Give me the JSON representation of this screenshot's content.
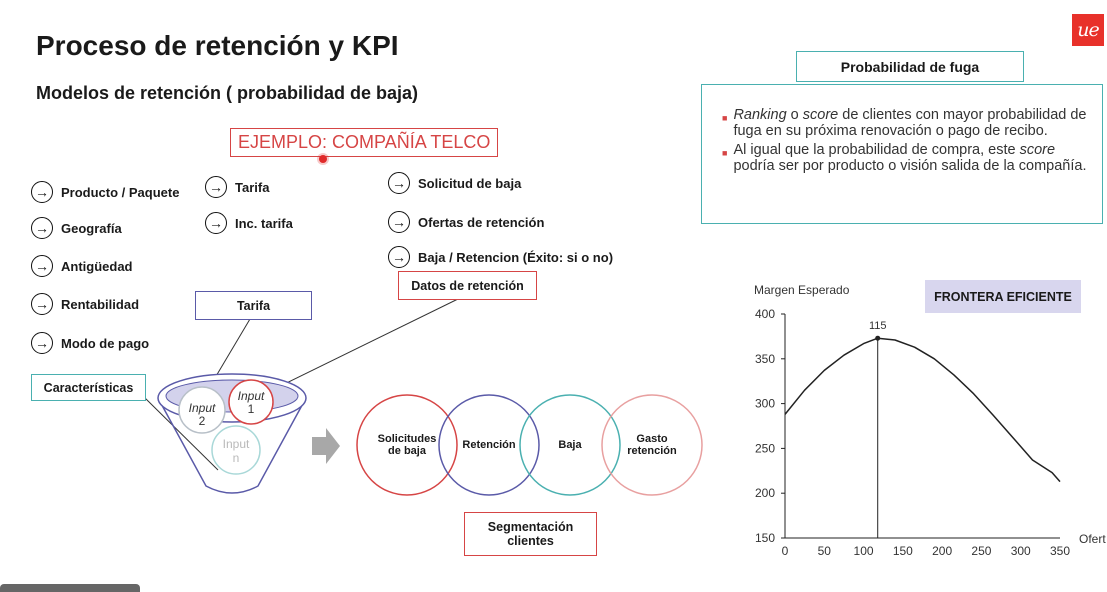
{
  "title": "Proceso de retención y KPI",
  "subtitle": "Modelos de retención ( probabilidad de baja)",
  "logo_text": "ue",
  "example_label": "EJEMPLO: COMPAÑÍA TELCO",
  "characteristics": {
    "items": [
      "Producto / Paquete",
      "Geografía",
      "Antigüedad",
      "Rentabilidad",
      "Modo de pago"
    ],
    "box_label": "Características"
  },
  "tariff": {
    "items": [
      "Tarifa",
      "Inc. tarifa"
    ],
    "box_label": "Tarifa"
  },
  "retention_data": {
    "items": [
      "Solicitud de baja",
      "Ofertas de retención",
      "Baja / Retencion (Éxito: si o no)"
    ],
    "box_label": "Datos de retención"
  },
  "funnel": {
    "input1": [
      "Input",
      "1"
    ],
    "input2": [
      "Input",
      "2"
    ],
    "inputn": [
      "Input",
      "n"
    ]
  },
  "segment_circles": [
    {
      "line1": "Solicitudes",
      "line2": "de baja",
      "color": "#d64545"
    },
    {
      "line1": "Retención",
      "line2": "",
      "color": "#5a5aa8"
    },
    {
      "line1": "Baja",
      "line2": "",
      "color": "#4ab0b0"
    },
    {
      "line1": "Gasto",
      "line2": "retención",
      "color": "#e8a0a0"
    }
  ],
  "segmentation_box": [
    "Segmentación",
    "clientes"
  ],
  "probability_box": "Probabilidad de fuga",
  "panel": {
    "b1_em1": "Ranking",
    "b1_t1": " o ",
    "b1_em2": "score",
    "b1_t2": " de clientes con mayor probabilidad de fuga en su próxima renovación o pago de recibo.",
    "b2_t1": "Al igual que la probabilidad de compra, este ",
    "b2_em": "score",
    "b2_t2": " podría ser por producto o visión salida de la compañía."
  },
  "frontier_label": "FRONTERA EFICIENTE",
  "colors": {
    "accent_red": "#d64545",
    "teal": "#4ab0b0",
    "navy": "#5a5aa8",
    "logo_red": "#e8312a"
  },
  "chart_data": {
    "type": "line",
    "ylabel": "Margen Esperado",
    "xlabel": "Ofert",
    "x_ticks": [
      "0",
      "50",
      "100",
      "150",
      "200",
      "250",
      "300",
      "350"
    ],
    "y_ticks": [
      "150",
      "200",
      "250",
      "300",
      "350",
      "400"
    ],
    "xlim": [
      0,
      350
    ],
    "ylim": [
      150,
      400
    ],
    "peak_label": "115",
    "peak": {
      "x": 118,
      "y": 373
    },
    "series": [
      {
        "x": [
          0,
          25,
          50,
          75,
          100,
          118,
          140,
          165,
          190,
          215,
          240,
          265,
          290,
          315,
          340,
          350
        ],
        "y": [
          288,
          315,
          337,
          354,
          367,
          373,
          371,
          363,
          350,
          332,
          311,
          287,
          262,
          237,
          223,
          213
        ]
      }
    ],
    "grid": false
  }
}
